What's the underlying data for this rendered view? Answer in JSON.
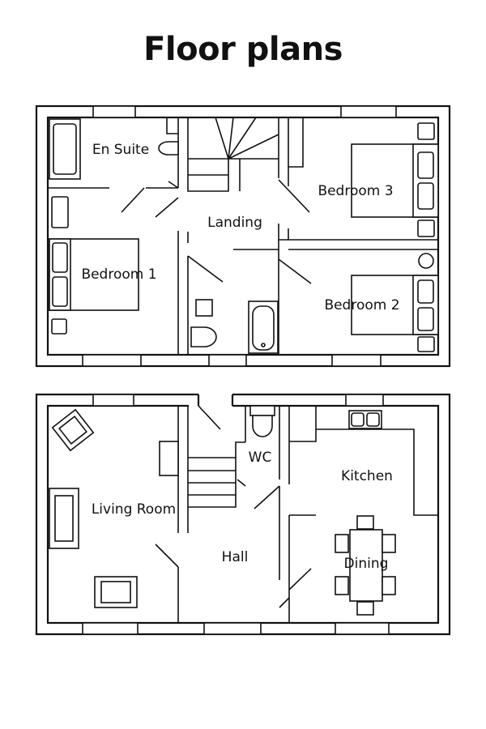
{
  "title": "Floor plans",
  "upper_floor": {
    "rooms": {
      "en_suite": "En Suite",
      "landing": "Landing",
      "bedroom_3": "Bedroom 3",
      "bedroom_1": "Bedroom 1",
      "bedroom_2": "Bedroom 2"
    }
  },
  "ground_floor": {
    "rooms": {
      "wc": "WC",
      "kitchen": "Kitchen",
      "living_room": "Living Room",
      "hall": "Hall",
      "dining": "Dining"
    }
  }
}
